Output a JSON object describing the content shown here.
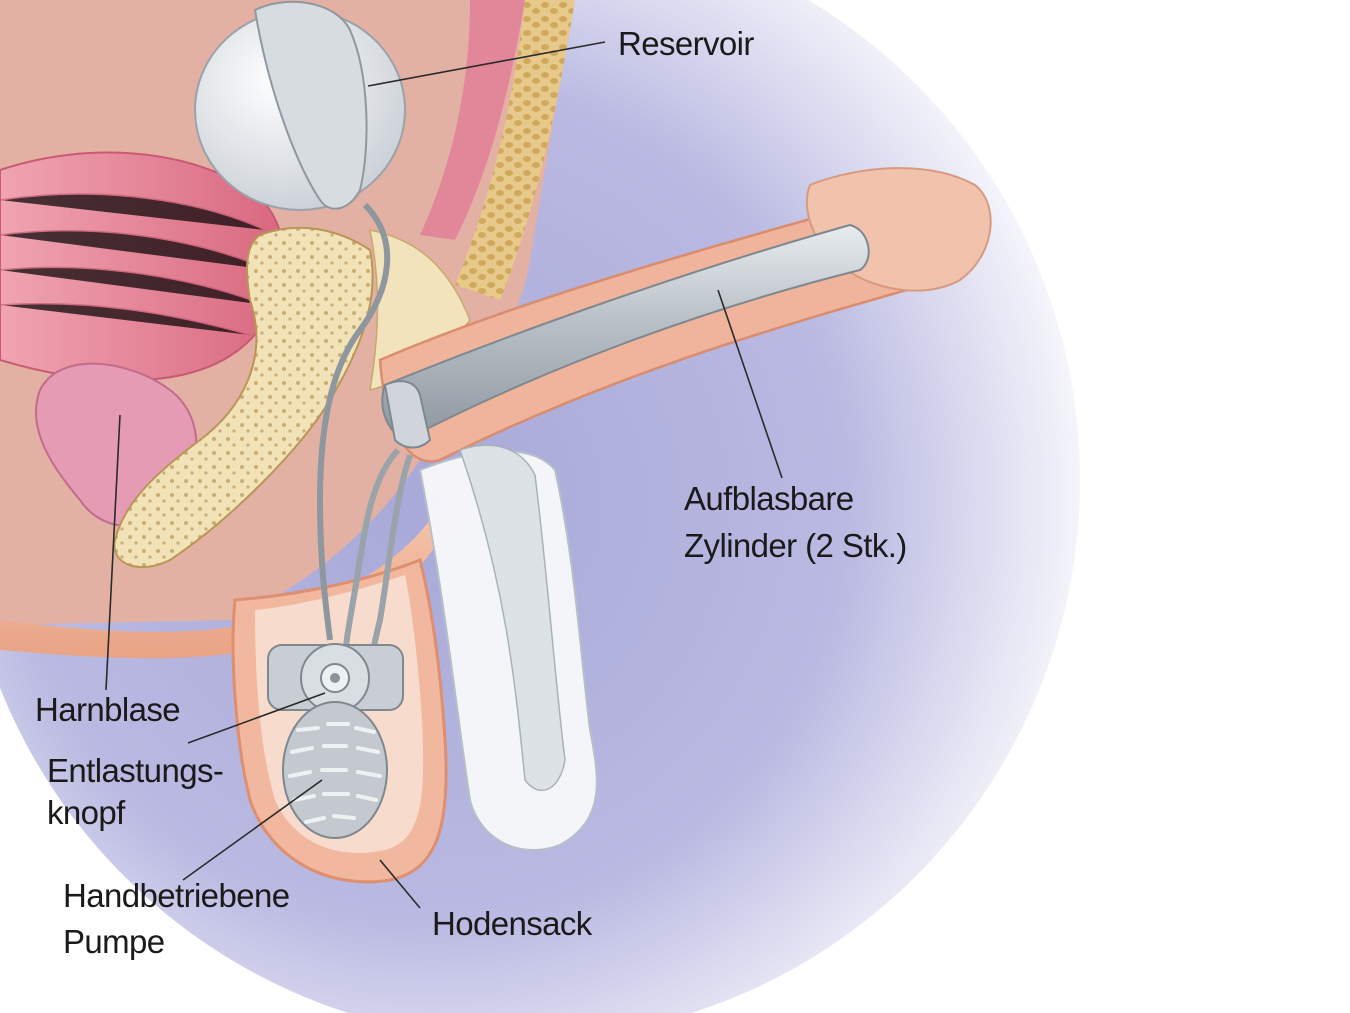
{
  "labels": {
    "reservoir": "Reservoir",
    "cylinders_line1": "Aufblasbare",
    "cylinders_line2": "Zylinder (2 Stk.)",
    "bladder": "Harnblase",
    "release_line1": "Entlastungs-",
    "release_line2": "knopf",
    "pump_line1": "Handbetriebene",
    "pump_line2": "Pumpe",
    "scrotum": "Hodensack"
  }
}
